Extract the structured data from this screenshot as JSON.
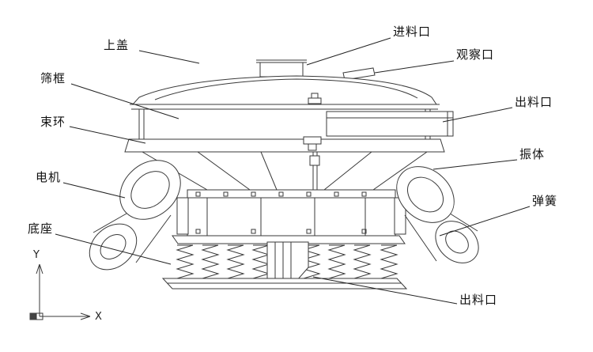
{
  "diagram": {
    "title": "vibrating-screen-structure-diagram",
    "labels": {
      "top_cover": "上盖",
      "feed_inlet": "进料口",
      "observation_port": "观察口",
      "sieve_frame": "筛框",
      "discharge_outlet_upper": "出料口",
      "clamp_ring": "束环",
      "vibrating_body": "振体",
      "motor": "电机",
      "spring": "弹簧",
      "base": "底座",
      "discharge_outlet_lower": "出料口"
    },
    "axes": {
      "x_label": "X",
      "y_label": "Y"
    },
    "colors": {
      "line": "#3a3a3a",
      "text": "#111111",
      "background": "#ffffff"
    }
  }
}
